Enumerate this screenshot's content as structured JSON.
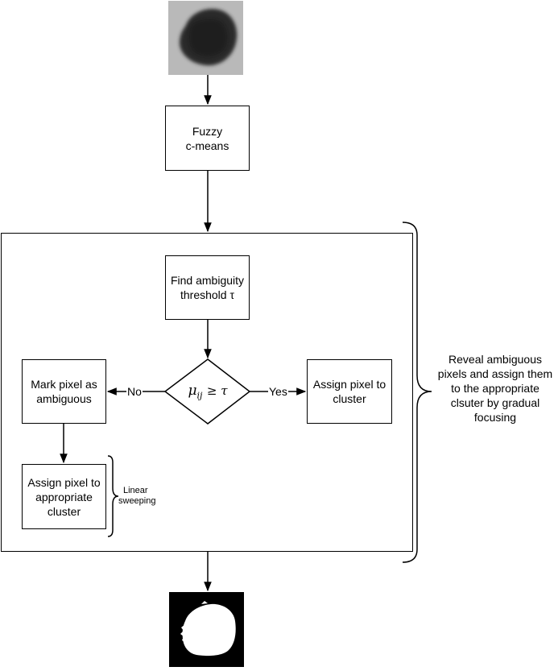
{
  "nodes": {
    "fcm": {
      "line1": "Fuzzy",
      "line2": "c-means"
    },
    "find_threshold": {
      "line1": "Find ambiguity",
      "line2": "threshold τ"
    },
    "decision": {
      "symbol": "μ",
      "subscript": "ij",
      "relation": "≥ τ"
    },
    "mark_ambiguous": {
      "line1": "Mark pixel as",
      "line2": "ambiguous"
    },
    "assign_cluster_yes": {
      "line1": "Assign pixel to",
      "line2": "cluster"
    },
    "assign_appropriate": {
      "line1": "Assign pixel to",
      "line2": "appropriate",
      "line3": "cluster"
    }
  },
  "edges": {
    "no_label": "No",
    "yes_label": "Yes"
  },
  "annotations": {
    "reveal": [
      "Reveal ambiguous",
      "pixels and assign them",
      "to the appropriate",
      "clsuter by gradual",
      "focusing"
    ],
    "linear": [
      "Linear",
      "sweeping"
    ]
  },
  "images": {
    "input": "grayscale lesion image",
    "output": "binary segmentation mask"
  },
  "colors": {
    "stroke": "#000000",
    "input_bg": "#b8b8b8",
    "lesion": "#2a2a2a",
    "mask_bg": "#000000",
    "mask_fg": "#ffffff"
  }
}
